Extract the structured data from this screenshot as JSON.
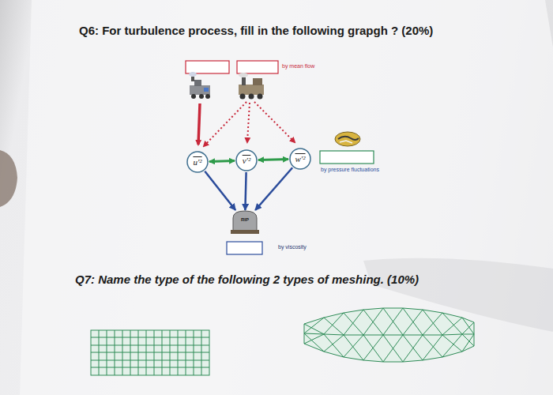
{
  "diagram": {
    "title": "Q6: For turbulence process, fill in the following grapgh ? (20%)",
    "nodes": [
      {
        "text": [
          "u′²"
        ]
      },
      {
        "text": [
          "v′²"
        ]
      },
      {
        "text": [
          "w′²"
        ]
      },
      {
        "text": [
          "RIP"
        ]
      }
    ],
    "edges": [
      {
        "from": 0,
        "to": 1,
        "arrow": "both"
      },
      {
        "from": 1,
        "to": 2,
        "arrow": "both"
      },
      {
        "from": 0,
        "to": 3,
        "arrow": "to"
      },
      {
        "from": 1,
        "to": 3,
        "arrow": "to"
      },
      {
        "from": 2,
        "to": 3,
        "arrow": "to"
      }
    ],
    "labels": [
      "by mean flow",
      "by pressure fluctuations",
      "by viscosity",
      "Q7: Name the type of the following 2 types of meshing. (10%)"
    ]
  }
}
